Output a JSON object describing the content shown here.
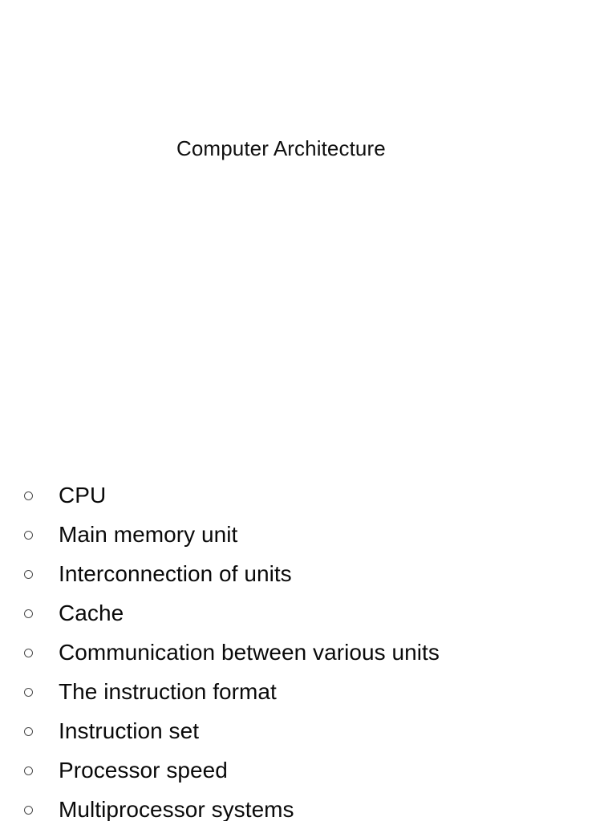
{
  "document": {
    "title": "Computer Architecture",
    "background_color": "#ffffff",
    "text_color": "#0a0a0a",
    "bullet_marker_color": "#4a4a4a",
    "bullet_glyph": "hollow-circle"
  },
  "slide": {
    "heading": "Computer Architecture",
    "bullets": [
      {
        "label": "CPU"
      },
      {
        "label": "Main memory unit"
      },
      {
        "label": "Interconnection of units"
      },
      {
        "label": "Cache"
      },
      {
        "label": "Communication between various units"
      },
      {
        "label": "The instruction format"
      },
      {
        "label": "Instruction set"
      },
      {
        "label": "Processor speed"
      },
      {
        "label": "Multiprocessor systems"
      }
    ]
  }
}
